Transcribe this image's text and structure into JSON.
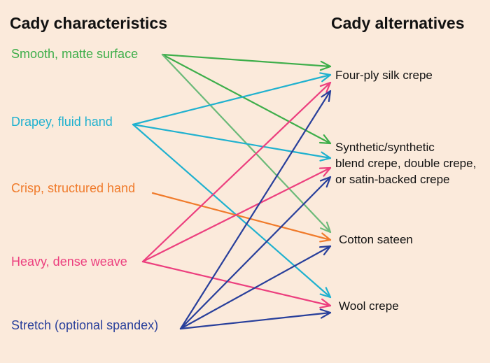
{
  "headings": {
    "left": "Cady characteristics",
    "right": "Cady alternatives"
  },
  "characteristics": [
    {
      "id": "smooth",
      "label": "Smooth, matte surface",
      "color": "#3eae4a"
    },
    {
      "id": "drapey",
      "label": "Drapey, fluid hand",
      "color": "#1fb1cf"
    },
    {
      "id": "crisp",
      "label": "Crisp, structured hand",
      "color": "#f07b2b"
    },
    {
      "id": "heavy",
      "label": "Heavy, dense weave",
      "color": "#ec3f7e"
    },
    {
      "id": "stretch",
      "label": "Stretch (optional spandex)",
      "color": "#283f9b"
    }
  ],
  "alternatives": [
    {
      "id": "silk",
      "lines": [
        "Four-ply silk crepe"
      ]
    },
    {
      "id": "synthetic",
      "lines": [
        "Synthetic/synthetic",
        "blend crepe, double crepe,",
        "or satin-backed crepe"
      ]
    },
    {
      "id": "sateen",
      "lines": [
        "Cotton sateen"
      ]
    },
    {
      "id": "wool",
      "lines": [
        "Wool crepe"
      ]
    }
  ],
  "links": [
    {
      "from": "smooth",
      "to": "silk",
      "color": "#3eae4a"
    },
    {
      "from": "smooth",
      "to": "synthetic",
      "color": "#3eae4a"
    },
    {
      "from": "smooth",
      "to": "sateen",
      "color": "#6cba79"
    },
    {
      "from": "drapey",
      "to": "silk",
      "color": "#1fb1cf"
    },
    {
      "from": "drapey",
      "to": "synthetic",
      "color": "#1fb1cf"
    },
    {
      "from": "drapey",
      "to": "wool",
      "color": "#1fb1cf"
    },
    {
      "from": "crisp",
      "to": "sateen",
      "color": "#f07b2b"
    },
    {
      "from": "heavy",
      "to": "silk",
      "color": "#ec3f7e"
    },
    {
      "from": "heavy",
      "to": "synthetic",
      "color": "#ec3f7e"
    },
    {
      "from": "heavy",
      "to": "wool",
      "color": "#ec3f7e"
    },
    {
      "from": "stretch",
      "to": "silk",
      "color": "#283f9b"
    },
    {
      "from": "stretch",
      "to": "synthetic",
      "color": "#283f9b"
    },
    {
      "from": "stretch",
      "to": "sateen",
      "color": "#283f9b"
    },
    {
      "from": "stretch",
      "to": "wool",
      "color": "#283f9b"
    }
  ]
}
